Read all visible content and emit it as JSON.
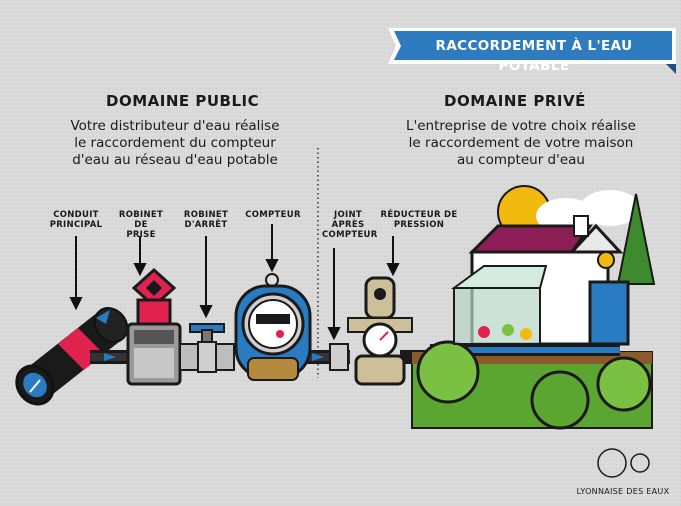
{
  "banner": {
    "title": "RACCORDEMENT À L'EAU POTABLE"
  },
  "public": {
    "heading": "DOMAINE PUBLIC",
    "lines": [
      "Votre distributeur d'eau réalise",
      "le raccordement du compteur",
      "d'eau au réseau d'eau potable"
    ]
  },
  "private": {
    "heading": "DOMAINE PRIVÉ",
    "lines": [
      "L'entreprise de votre choix réalise",
      "le raccordement de votre maison",
      "au compteur d'eau"
    ]
  },
  "labels": {
    "conduit": [
      "CONDUIT",
      "PRINCIPAL"
    ],
    "robinet_prise": [
      "ROBINET",
      "DE PRISE"
    ],
    "robinet_arret": [
      "ROBINET",
      "D'ARRÊT"
    ],
    "compteur": [
      "COMPTEUR"
    ],
    "joint": [
      "JOINT",
      "APRÈS",
      "COMPTEUR"
    ],
    "reducteur": [
      "RÉDUCTEUR DE",
      "PRESSION"
    ]
  },
  "brand": {
    "name": "LYONNAISE DES EAUX"
  },
  "colors": {
    "banner": "#2e7bbf",
    "pipe_red": "#e0224f",
    "pipe_blue": "#2a7cc2",
    "grass": "#5aa630",
    "roof": "#8a1e55"
  }
}
